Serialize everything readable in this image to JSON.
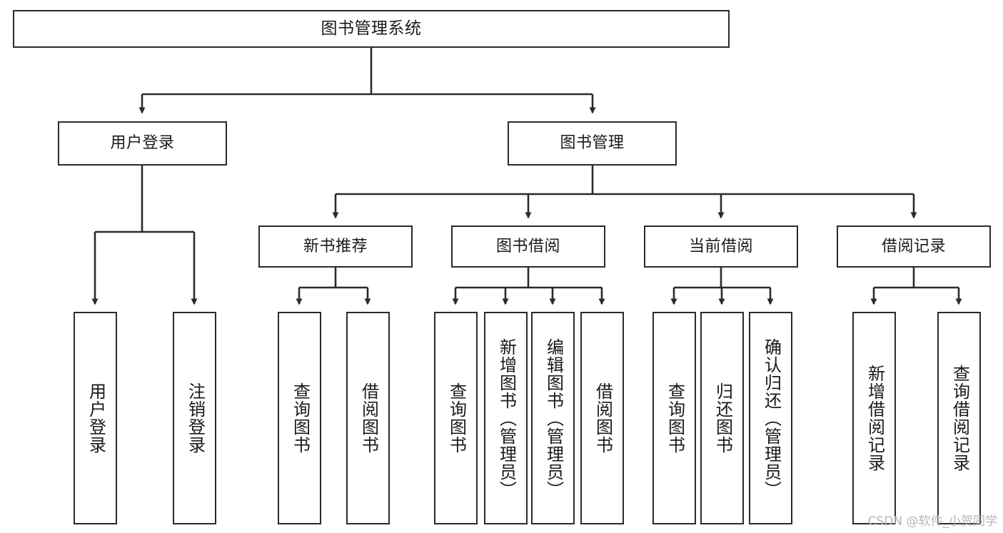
{
  "diagram": {
    "type": "tree-hierarchy-chart",
    "title": "图书管理系统",
    "watermark": "CSDN @软件_小贺同学",
    "stroke_color": "#2b2b2b",
    "fill_color": "#ffffff",
    "text_color": "#1a1a1a",
    "watermark_color": "#b6b6b6",
    "nodes": {
      "root": {
        "label": "图书管理系统"
      },
      "level2": [
        {
          "label": "用户登录"
        },
        {
          "label": "图书管理"
        }
      ],
      "level3": [
        {
          "label": "新书推荐"
        },
        {
          "label": "图书借阅"
        },
        {
          "label": "当前借阅"
        },
        {
          "label": "借阅记录"
        }
      ],
      "leaves": {
        "user_login": [
          {
            "label": "用户登录"
          },
          {
            "label": "注销登录"
          }
        ],
        "new_book_recommend": [
          {
            "label": "查询图书"
          },
          {
            "label": "借阅图书"
          }
        ],
        "book_borrow": [
          {
            "label": "查询图书"
          },
          {
            "label": "新增图书（管理员）"
          },
          {
            "label": "编辑图书（管理员）"
          },
          {
            "label": "借阅图书"
          }
        ],
        "current_borrow": [
          {
            "label": "查询图书"
          },
          {
            "label": "归还图书"
          },
          {
            "label": "确认归还（管理员）"
          }
        ],
        "borrow_record": [
          {
            "label": "新增借阅记录"
          },
          {
            "label": "查询借阅记录"
          }
        ]
      }
    }
  }
}
